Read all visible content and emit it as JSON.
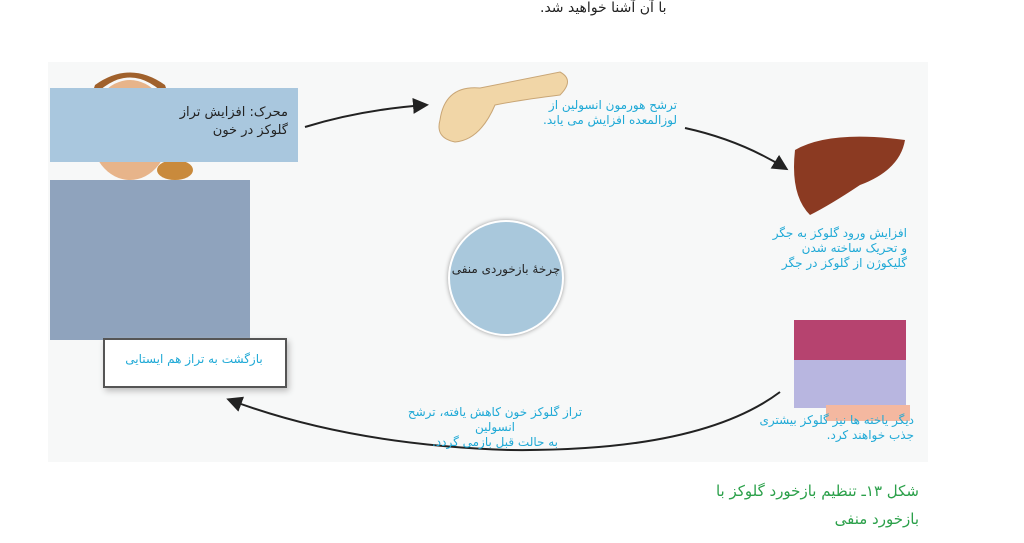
{
  "top_text": "با آن آشنا خواهید شد.",
  "trigger": {
    "line1": "محرک: افزایش تراز",
    "line2": "گلوکز در خون"
  },
  "pancreas": {
    "line1": "ترشح هورمون انسولین از",
    "line2": "لوزالمعده افزایش می یابد."
  },
  "liver": {
    "line1": "افزایش ورود گلوکز به جگر",
    "line2": "و تحریک ساخته شدن",
    "line3": "گلیکوژن از گلوکز در جگر"
  },
  "tissue": {
    "line1": "دیگر یاخته ها نیز گلوکز بیشتری",
    "line2": "جذب خواهند کرد."
  },
  "decrease": {
    "line1": "تراز گلوکز خون کاهش یافته، ترشح انسولین",
    "line2": "به حالت قبل بازمی گردد."
  },
  "center": "چرخهٔ بازخوردی منفی",
  "return": "بازگشت به تراز هم ایستایی",
  "caption": {
    "line1": "شکل ۱۳ـ تنظیم بازخورد گلوکز با",
    "line2": "بازخورد منفی"
  },
  "colors": {
    "label": "#1fa9d6",
    "caption": "#2ba04a",
    "circle": "#a9c8dc",
    "box": "#a9c7de"
  }
}
